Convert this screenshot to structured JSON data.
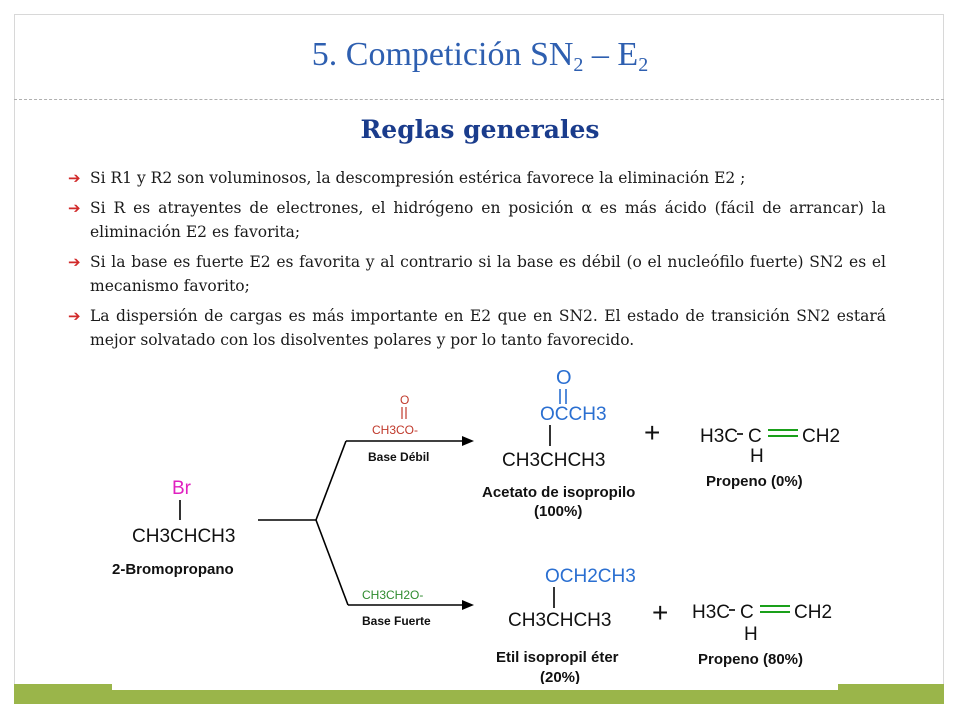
{
  "title": {
    "main": "5. Competición  SN",
    "sub1": "2",
    "dash": " – E",
    "sub2": "2"
  },
  "subtitle": "Reglas generales",
  "bullets": [
    "Si R1 y R2 son voluminosos,  la descompresión estérica favorece la eliminación E2 ;",
    "Si R es atrayentes de electrones, el hidrógeno en posición α es más ácido (fácil de arrancar) la eliminación E2 es favorita;",
    "Si la base es fuerte E2 es favorita y al contrario si la base es débil (o el nucleófilo fuerte) SN2 es el mecanismo favorito;",
    "La dispersión de cargas es más importante en E2 que en SN2. El estado de transición SN2 estará mejor solvatado con los disolventes polares y por lo tanto favorecido."
  ],
  "reaction": {
    "reactant": {
      "substituent": "Br",
      "chain": "CH3CHCH3",
      "name": "2-Bromopropano"
    },
    "top": {
      "reagent_o": "O",
      "reagent": "CH3CO-",
      "condition": "Base Débil",
      "product1_o": "O",
      "product1_group": "OCCH3",
      "product1_chain": "CH3CHCH3",
      "product1_name": "Acetato de isopropilo",
      "product1_yield": "(100%)",
      "plus": "+",
      "product2_left": "H3C",
      "product2_mid": "C",
      "product2_right": "CH2",
      "product2_h": "H",
      "product2_name": "Propeno (0%)"
    },
    "bottom": {
      "reagent": "CH3CH2O-",
      "condition": "Base Fuerte",
      "product1_group": "OCH2CH3",
      "product1_chain": "CH3CHCH3",
      "product1_name": "Etil isopropil éter",
      "product1_yield": "(20%)",
      "plus": "+",
      "product2_left": "H3C",
      "product2_mid": "C",
      "product2_right": "CH2",
      "product2_h": "H",
      "product2_name": "Propeno (80%)"
    }
  },
  "colors": {
    "title": "#2e5fb0",
    "subtitle": "#1a3c8c",
    "bullet_arrow": "#d12a2a",
    "bromine": "#e020c0",
    "oxygen": "#2a6fd1",
    "reagent_top": "#c0392b",
    "reagent_bottom": "#2e8b2e",
    "double_bond": "#1aa01a",
    "bar": "#9ab54a"
  }
}
